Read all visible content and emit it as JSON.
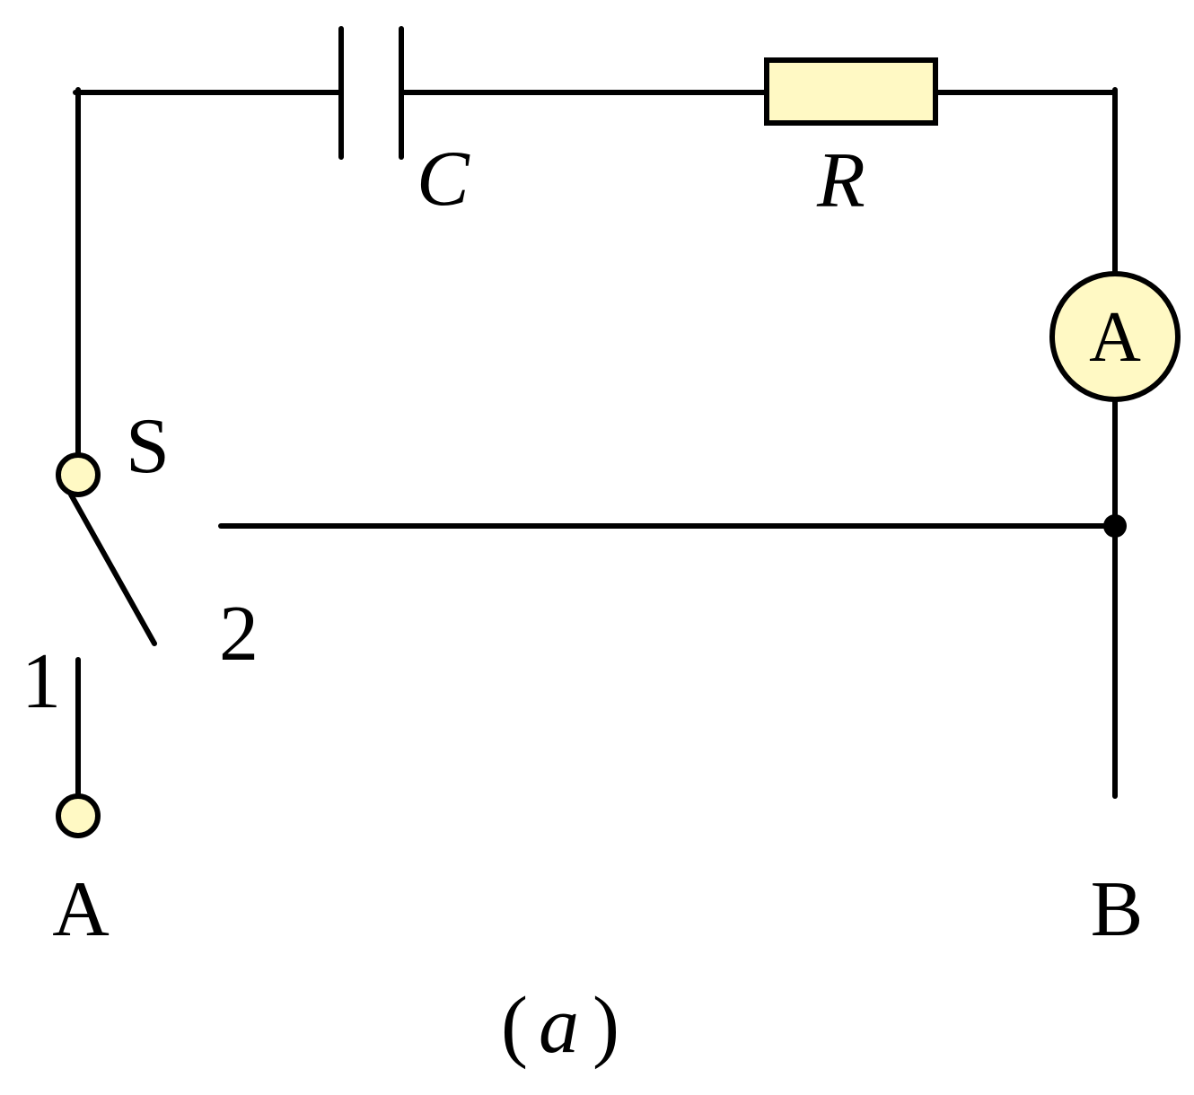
{
  "colors": {
    "wire": "#000000",
    "component_fill": "#fff9c4",
    "background": "#ffffff"
  },
  "labels": {
    "capacitor": "C",
    "resistor": "R",
    "ammeter": "A",
    "switch": "S",
    "contact_1": "1",
    "contact_2": "2",
    "terminal_a": "A",
    "terminal_b": "B",
    "caption": "a"
  }
}
